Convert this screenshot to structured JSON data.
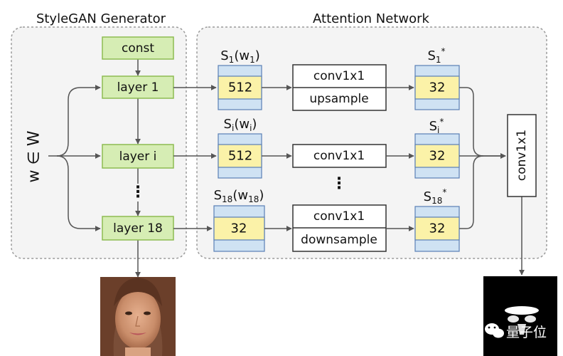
{
  "groups": {
    "generator_title": "StyleGAN Generator",
    "attention_title": "Attention Network"
  },
  "input": {
    "label": "w ∈ W"
  },
  "generator": {
    "const": "const",
    "layer_1": "layer 1",
    "layer_i": "layer i",
    "layer_18": "layer 18",
    "dots": "⋮"
  },
  "styles": {
    "s1": {
      "base": "S",
      "sub": "1",
      "arg": "w",
      "arg_sub": "1",
      "value": "512"
    },
    "si": {
      "base": "S",
      "sub": "i",
      "arg": "w",
      "arg_sub": "i",
      "value": "512"
    },
    "s18": {
      "base": "S",
      "sub": "18",
      "arg": "w",
      "arg_sub": "18",
      "value": "32"
    }
  },
  "ops": {
    "row1_top": "conv1x1",
    "row1_bottom": "upsample",
    "rowi": "conv1x1",
    "row18_top": "conv1x1",
    "row18_bottom": "downsample",
    "dots": "⋮"
  },
  "outputs": {
    "s1": {
      "base": "S",
      "sub": "1",
      "sup": "*",
      "value": "32"
    },
    "si": {
      "base": "S",
      "sub": "i",
      "sup": "*",
      "value": "32"
    },
    "s18": {
      "base": "S",
      "sub": "18",
      "sup": "*",
      "value": "32"
    }
  },
  "final_conv": "conv1x1",
  "watermark": "量子位",
  "colors": {
    "green_fill": "#d6edb4",
    "green_stroke": "#8dbb52",
    "blue_fill": "#cfe2f3",
    "blue_stroke": "#5a7fb5",
    "yellow_fill": "#fbf2a8",
    "group_fill": "#f4f4f4",
    "group_stroke": "#9a9a9a",
    "arrow": "#555555"
  }
}
